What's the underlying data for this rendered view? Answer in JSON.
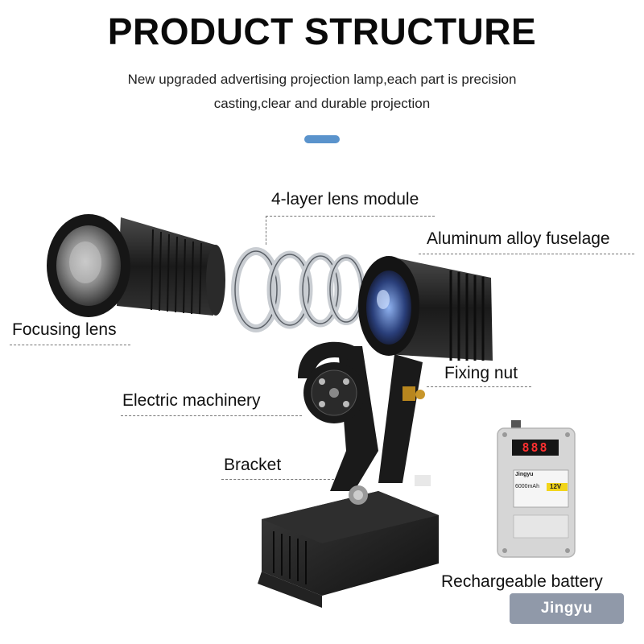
{
  "header": {
    "title": "PRODUCT STRUCTURE",
    "subtitle_line1": "New upgraded advertising projection lamp,each part is precision",
    "subtitle_line2": "casting,clear and durable projection"
  },
  "callouts": {
    "lens_module": "4-layer lens module",
    "fuselage": "Aluminum alloy fuselage",
    "focusing_lens": "Focusing lens",
    "fixing_nut": "Fixing nut",
    "electric_machinery": "Electric machinery",
    "bracket": "Bracket",
    "battery": "Rechargeable battery"
  },
  "battery_panel": {
    "display": "888",
    "brand": "Jingyu",
    "capacity": "6000mAh",
    "voltage": "12V"
  },
  "watermark": "Jingyu",
  "colors": {
    "accent": "#5a93cc",
    "body_black": "#1c1c1c",
    "battery_gray": "#d8d8d8"
  }
}
